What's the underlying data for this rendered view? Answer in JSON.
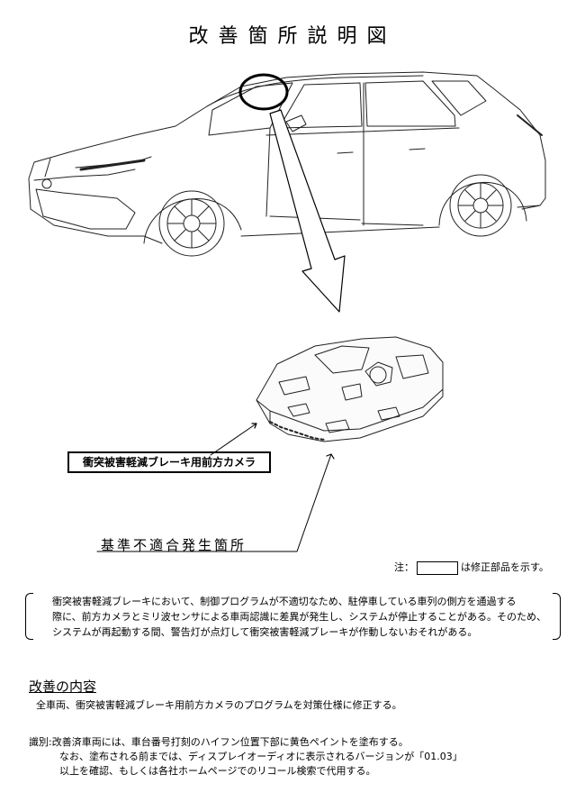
{
  "title": "改善箇所説明図",
  "camera_label": "衝突被害軽減ブレーキ用前方カメラ",
  "issue_label": "基準不適合発生箇所",
  "note": {
    "prefix": "注：",
    "suffix": "は修正部品を示す。"
  },
  "description": [
    "衝突被害軽減ブレーキにおいて、制御プログラムが不適切なため、駐停車している車列の側方を通過する",
    "際に、前方カメラとミリ波センサによる車両認識に差異が発生し、システムが停止することがある。そのため、",
    "システムが再起動する間、警告灯が点灯して衝突被害軽減ブレーキが作動しないおそれがある。"
  ],
  "improvement": {
    "heading": "改善の内容",
    "text": "全車両、衝突被害軽減ブレーキ用前方カメラのプログラムを対策仕様に修正する。"
  },
  "identification": {
    "label": "識別:",
    "lines": [
      "改善済車両には、車台番号打刻のハイフン位置下部に黄色ペイントを塗布する。",
      "なお、塗布される前までは、ディスプレイオーディオに表示されるバージョンが「01.03」",
      "以上を確認、もしくは各社ホームページでのリコール検索で代用する。"
    ]
  }
}
